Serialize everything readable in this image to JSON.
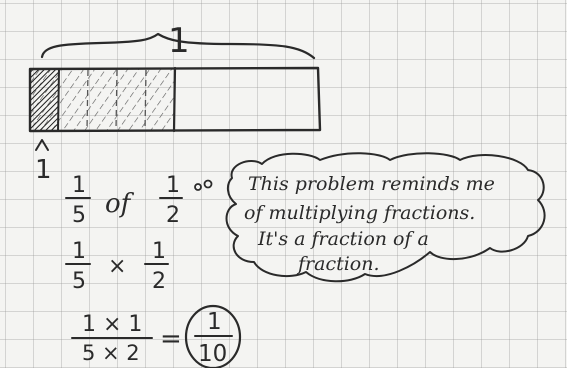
{
  "whole_label": "1",
  "part_marker": "1",
  "bar": {
    "total_parts": 2,
    "sub_parts": 5,
    "shaded_dark": 1,
    "hatched": 4
  },
  "problem": {
    "line1": {
      "a_num": "1",
      "a_den": "5",
      "word": "of",
      "b_num": "1",
      "b_den": "2"
    },
    "line2": {
      "a_num": "1",
      "a_den": "5",
      "op": "×",
      "b_num": "1",
      "b_den": "2"
    },
    "line3": {
      "num": "1 × 1",
      "den": "5 × 2",
      "eq": "=",
      "res_num": "1",
      "res_den": "10"
    }
  },
  "thought": {
    "line1": "This problem reminds me",
    "line2": "of multiplying fractions.",
    "line3": "It's a fraction of a",
    "line4": "fraction."
  },
  "colors": {
    "ink": "#2a2a2a",
    "paper": "#f4f4f2"
  }
}
